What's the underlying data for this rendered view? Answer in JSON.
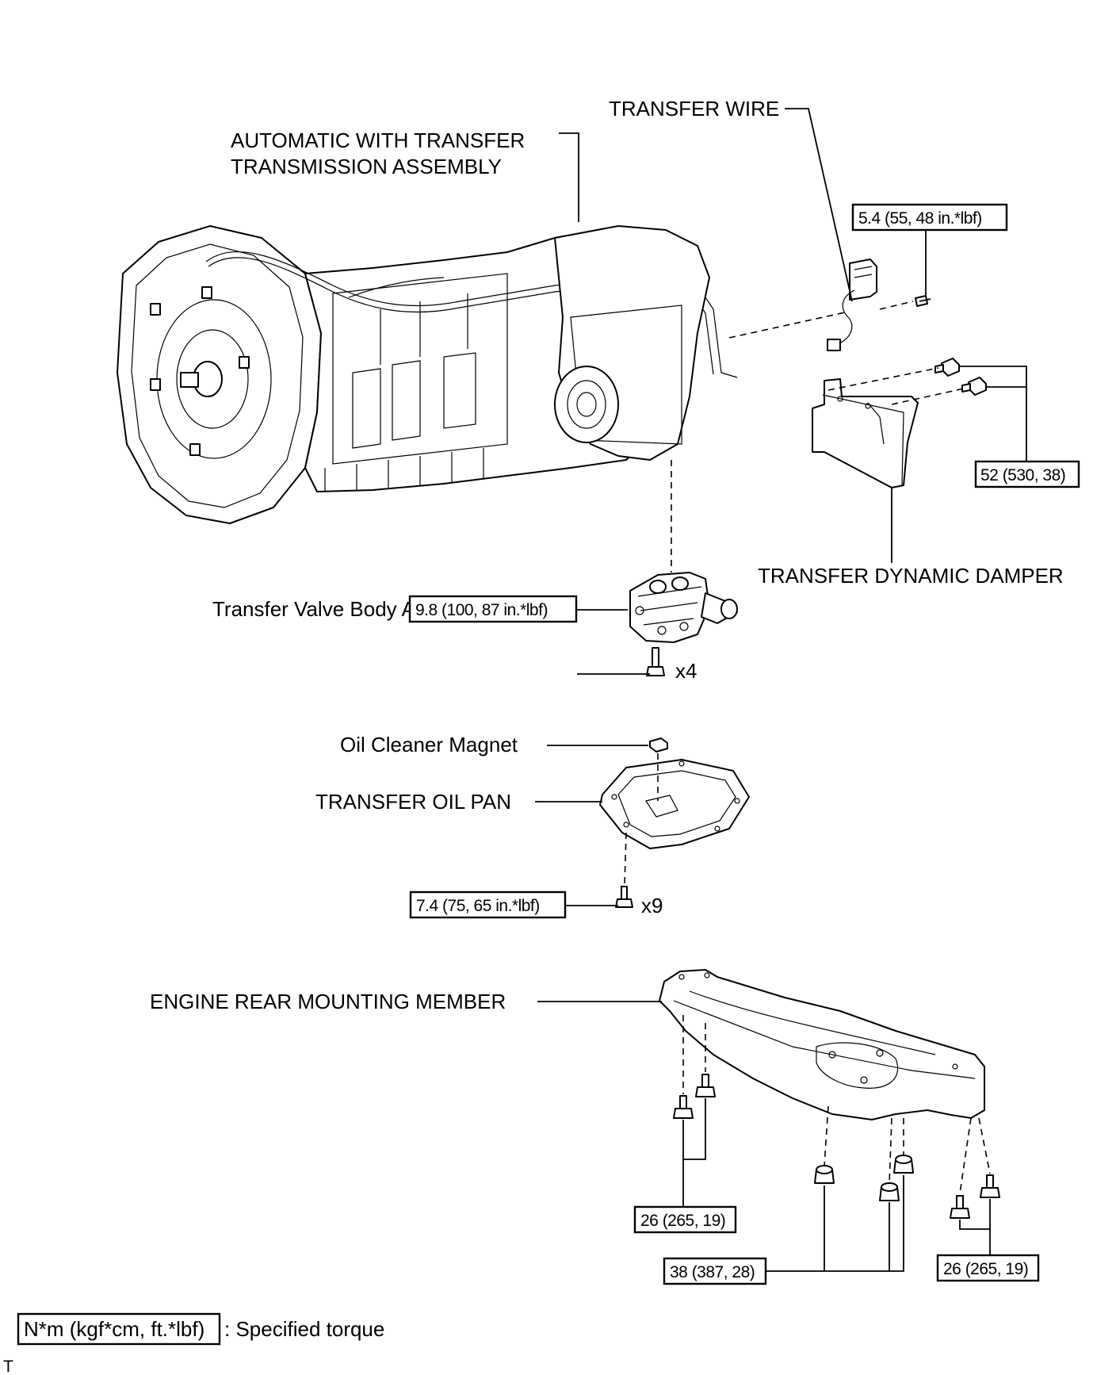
{
  "labels": {
    "transfer_wire": "TRANSFER WIRE",
    "automatic_transmission_line1": "AUTOMATIC WITH TRANSFER",
    "automatic_transmission_line2": "TRANSMISSION ASSEMBLY",
    "transfer_dynamic_damper": "TRANSFER DYNAMIC DAMPER",
    "transfer_valve_body": "Transfer Valve Body Assembly",
    "oil_cleaner_magnet": "Oil Cleaner Magnet",
    "transfer_oil_pan": "TRANSFER OIL PAN",
    "engine_rear_mounting_member": "ENGINE REAR MOUNTING MEMBER"
  },
  "torques": {
    "transfer_wire_bolt": "5.4 (55, 48 in.*lbf)",
    "damper_bolts": "52 (530, 38)",
    "valve_body_bolts": "9.8 (100, 87 in.*lbf)",
    "oil_pan_bolts": "7.4 (75, 65 in.*lbf)",
    "member_bolts_left": "26 (265, 19)",
    "member_nuts_center": "38 (387, 28)",
    "member_bolts_right": "26 (265, 19)"
  },
  "quantities": {
    "valve_body_bolts": "x4",
    "oil_pan_bolts": "x9"
  },
  "legend": {
    "unit_box": "N*m (kgf*cm, ft.*lbf)",
    "description": ": Specified torque"
  },
  "footer_mark": "T"
}
